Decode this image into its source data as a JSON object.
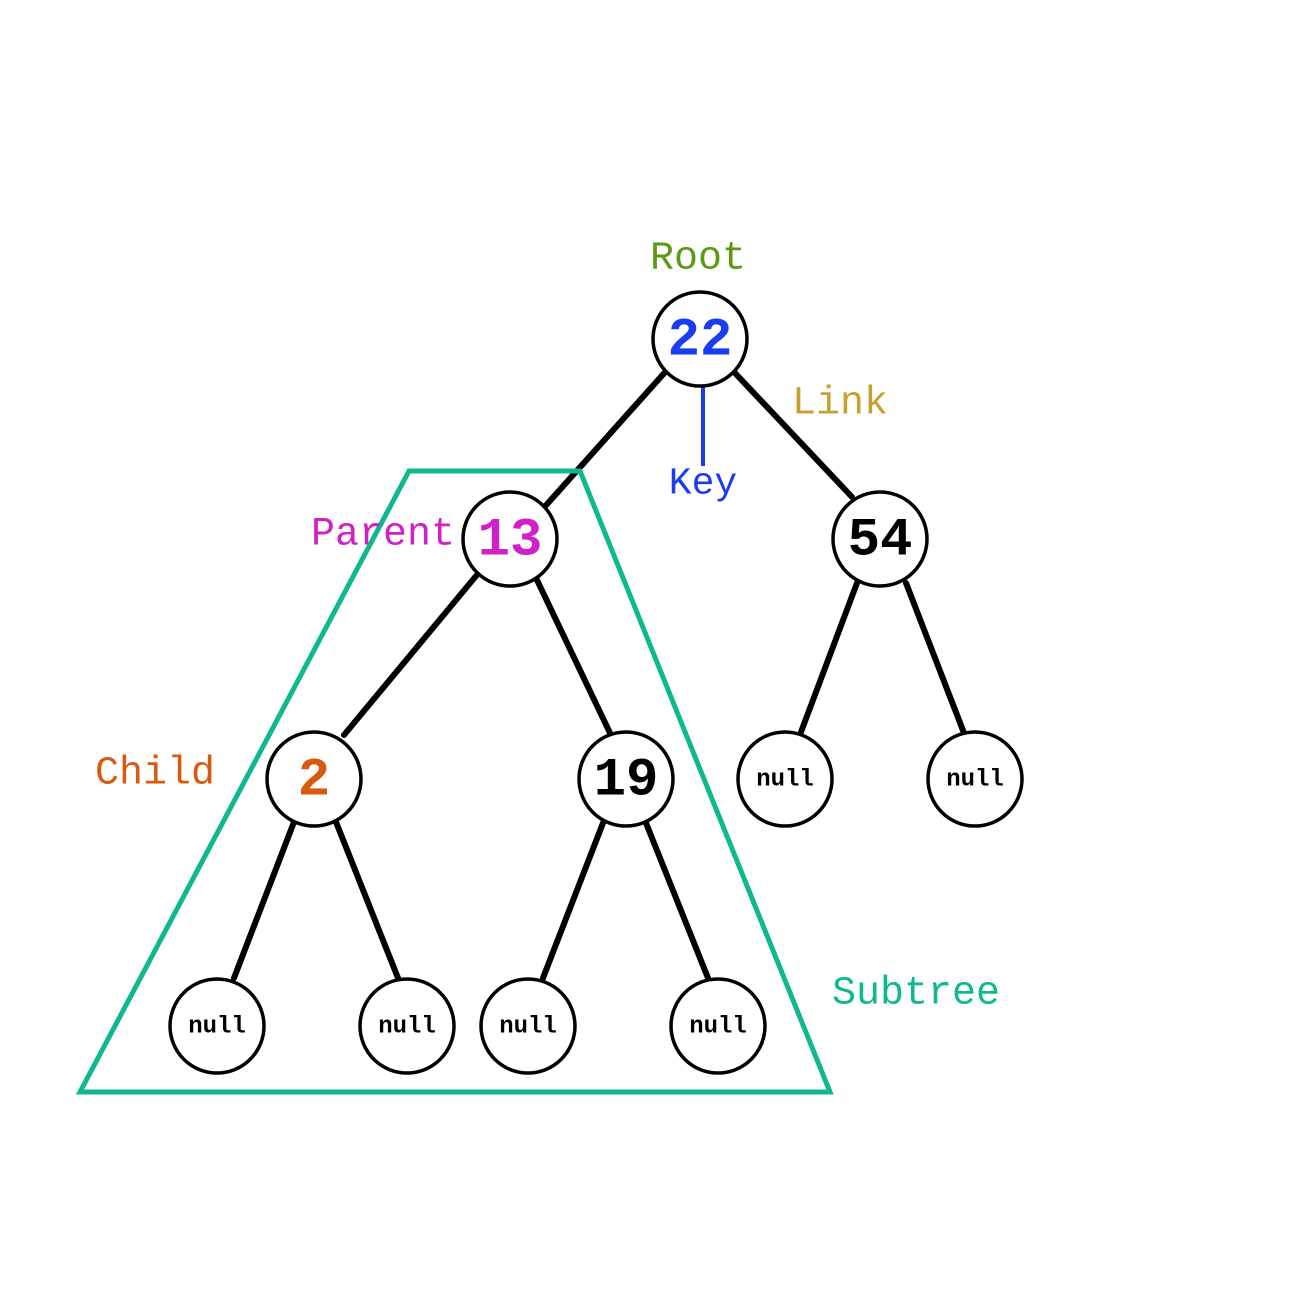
{
  "tree": {
    "root": {
      "key": "22"
    },
    "parent": {
      "key": "13"
    },
    "right": {
      "key": "54"
    },
    "child": {
      "key": "2"
    },
    "sibling": {
      "key": "19"
    },
    "null_label": "null"
  },
  "annotations": {
    "root": "Root",
    "link": "Link",
    "key": "Key",
    "parent": "Parent",
    "child": "Child",
    "subtree": "Subtree"
  },
  "colors": {
    "root": "#5a9a14",
    "key": "#1a3df0",
    "link": "#c8a030",
    "parent": "#d020c8",
    "child": "#d85a10",
    "subtree": "#10b890",
    "edge": "#000000"
  }
}
